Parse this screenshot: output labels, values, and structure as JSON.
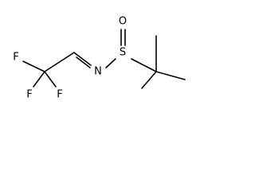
{
  "molecule": {
    "atoms": {
      "f1": "F",
      "f2": "F",
      "f3": "F",
      "nitrogen": "N",
      "sulfur": "S",
      "oxygen": "O"
    }
  }
}
